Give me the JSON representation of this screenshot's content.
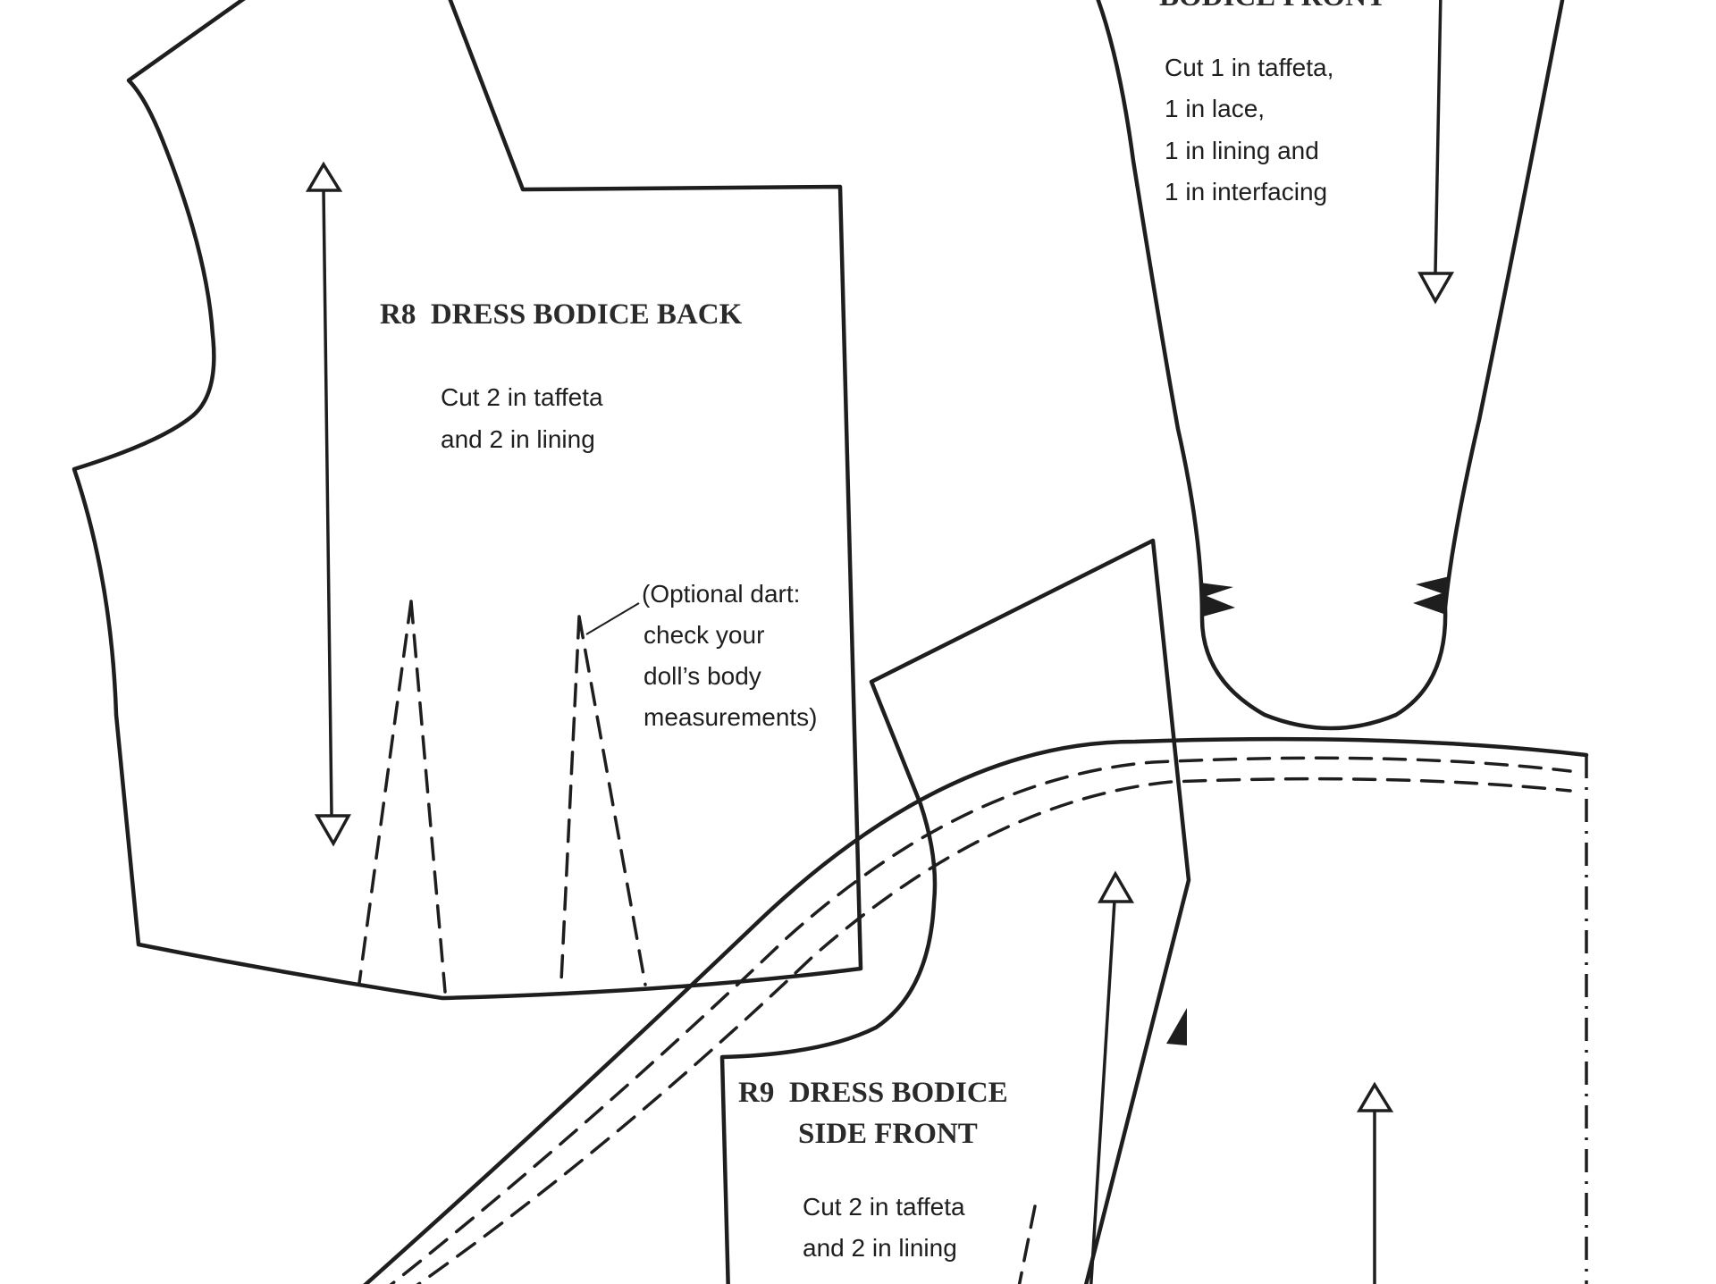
{
  "pieces": {
    "r8": {
      "title": "R8  DRESS BODICE BACK",
      "instructions": [
        "Cut 2 in taffeta",
        "and 2 in lining"
      ],
      "dart_note": [
        "(Optional dart:",
        "check your",
        "doll’s body",
        "measurements)"
      ]
    },
    "front": {
      "title_partial": "BODICE FRONT",
      "instructions": [
        "Cut 1 in taffeta,",
        "1 in lace,",
        "1 in lining and",
        "1 in interfacing"
      ]
    },
    "r9": {
      "title_line1": "R9  DRESS BODICE",
      "title_line2": "SIDE FRONT",
      "instructions": [
        "Cut 2 in taffeta",
        "and 2 in lining"
      ]
    }
  },
  "colors": {
    "ink": "#1e1e1e",
    "paper": "#ffffff"
  }
}
